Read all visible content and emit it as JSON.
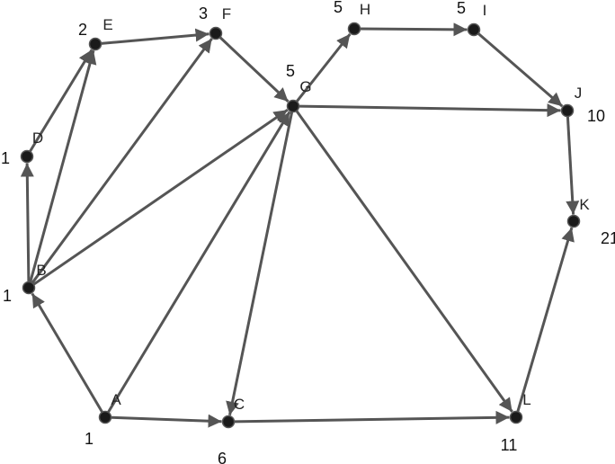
{
  "graph": {
    "edge_color": "#555555",
    "node_color": "#1a1a1a",
    "nodes": [
      {
        "id": "A",
        "label": "A",
        "value": "1"
      },
      {
        "id": "B",
        "label": "B",
        "value": "1"
      },
      {
        "id": "C",
        "label": "C",
        "value": "6"
      },
      {
        "id": "D",
        "label": "D",
        "value": "1"
      },
      {
        "id": "E",
        "label": "E",
        "value": "2"
      },
      {
        "id": "F",
        "label": "F",
        "value": "3"
      },
      {
        "id": "G",
        "label": "G",
        "value": "5"
      },
      {
        "id": "H",
        "label": "H",
        "value": "5"
      },
      {
        "id": "I",
        "label": "I",
        "value": "5"
      },
      {
        "id": "J",
        "label": "J",
        "value": "10"
      },
      {
        "id": "K",
        "label": "K",
        "value": "21"
      },
      {
        "id": "L",
        "label": "L",
        "value": "11"
      }
    ],
    "edges": [
      {
        "from": "A",
        "to": "B"
      },
      {
        "from": "A",
        "to": "C"
      },
      {
        "from": "A",
        "to": "G"
      },
      {
        "from": "B",
        "to": "D"
      },
      {
        "from": "B",
        "to": "E"
      },
      {
        "from": "B",
        "to": "F"
      },
      {
        "from": "B",
        "to": "G"
      },
      {
        "from": "D",
        "to": "E"
      },
      {
        "from": "E",
        "to": "F"
      },
      {
        "from": "F",
        "to": "G"
      },
      {
        "from": "G",
        "to": "C"
      },
      {
        "from": "G",
        "to": "H"
      },
      {
        "from": "G",
        "to": "J"
      },
      {
        "from": "G",
        "to": "L"
      },
      {
        "from": "H",
        "to": "I"
      },
      {
        "from": "I",
        "to": "J"
      },
      {
        "from": "J",
        "to": "K"
      },
      {
        "from": "C",
        "to": "L"
      },
      {
        "from": "L",
        "to": "K"
      }
    ]
  }
}
